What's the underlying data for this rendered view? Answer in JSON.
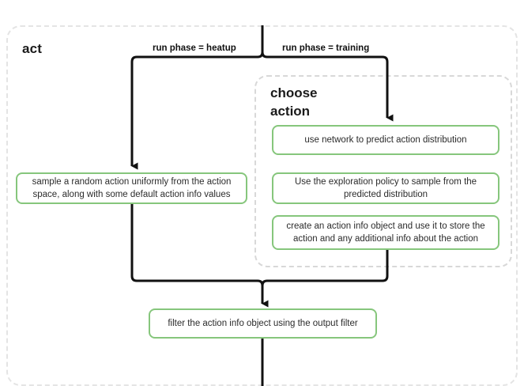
{
  "diagram": {
    "title": "act",
    "group": {
      "title": "choose\naction",
      "title_line1": "choose",
      "title_line2": "action"
    },
    "edge_labels": {
      "heatup": "run phase = heatup",
      "training": "run phase = training"
    },
    "nodes": {
      "heatup_sample": "sample a random action uniformly from the action space, along with some default action info values",
      "predict": "use network to predict action distribution",
      "explore": "Use the exploration policy to sample from the predicted distribution",
      "action_info": "create an action info object and use it to store the action and any additional info about the action",
      "filter": "filter the action info object using the output filter"
    },
    "colors": {
      "node_border": "#86c67c",
      "group_border": "#d8d8d8",
      "outer_border": "#e4e4e4",
      "connector": "#111111",
      "text": "#2b2b2b",
      "background": "#ffffff"
    }
  }
}
